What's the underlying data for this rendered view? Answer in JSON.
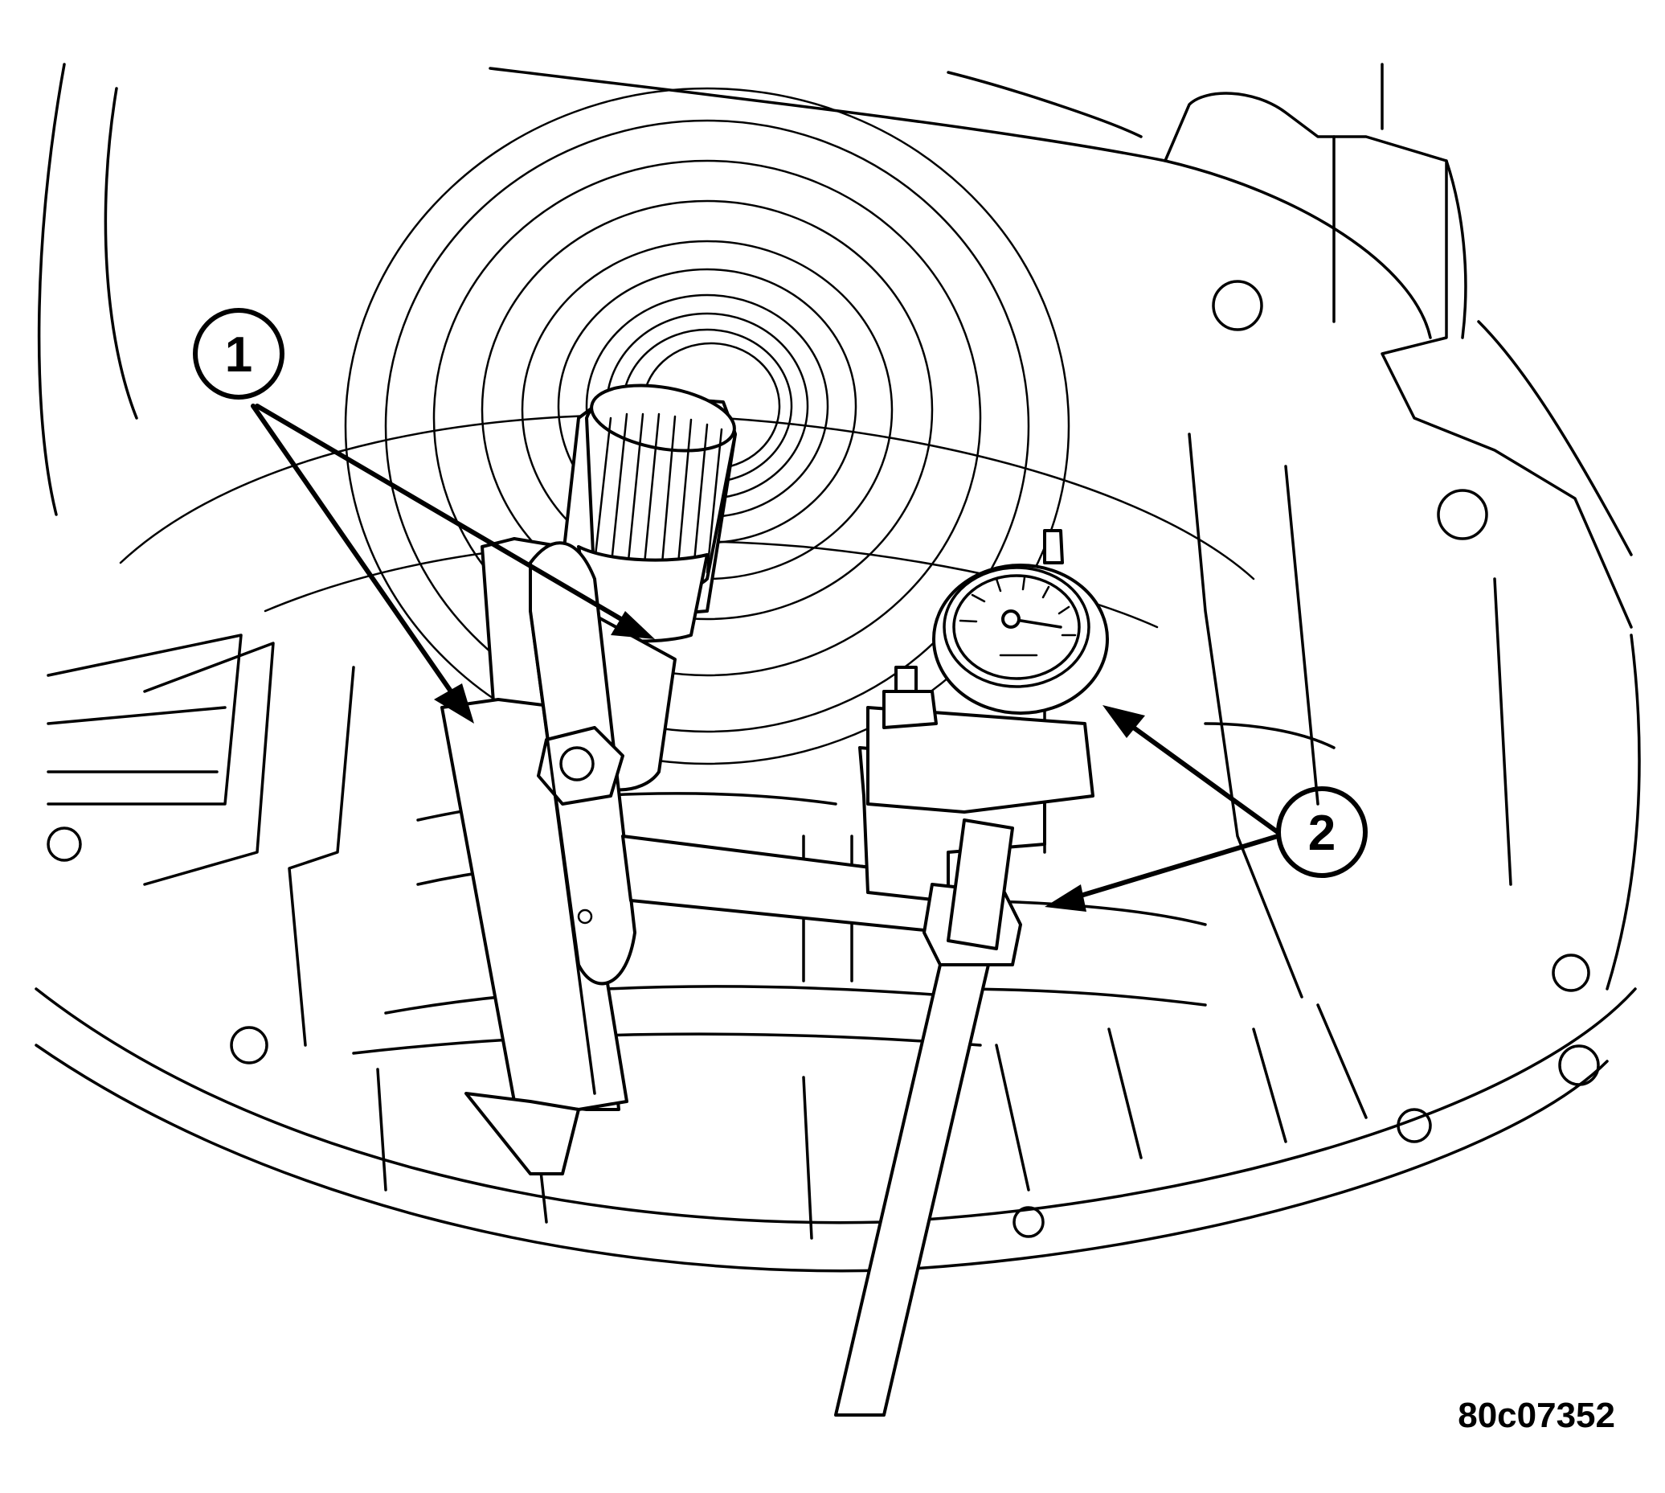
{
  "callouts": [
    {
      "id": "1",
      "label": "1"
    },
    {
      "id": "2",
      "label": "2"
    }
  ],
  "figure_ref": "80c07352",
  "colors": {
    "line": "#000000",
    "background": "#ffffff"
  }
}
